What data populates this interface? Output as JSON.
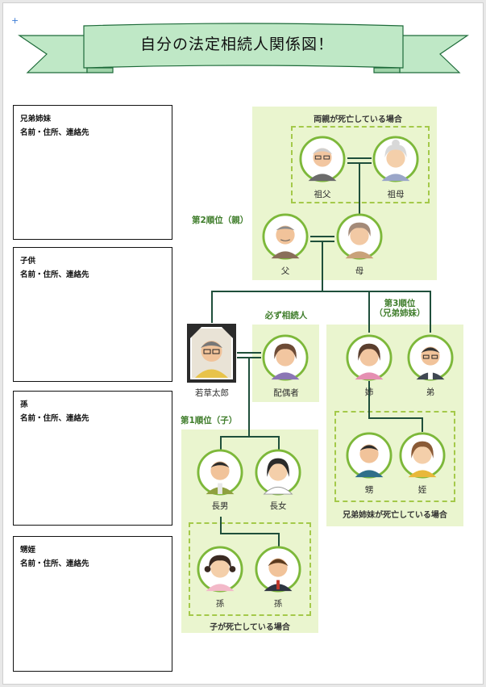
{
  "page": {
    "plus_marker": "+",
    "title": "自分の法定相続人関係図！"
  },
  "left_boxes": [
    {
      "title": "兄弟姉妹",
      "sub": "名前・住所、連絡先"
    },
    {
      "title": "子供",
      "sub": "名前・住所、連絡先"
    },
    {
      "title": "孫",
      "sub": "名前・住所、連絡先"
    },
    {
      "title": "甥姪",
      "sub": "名前・住所、連絡先"
    }
  ],
  "diagram": {
    "top_panel_caption": "両親が死亡している場合",
    "grandfather": "祖父",
    "grandmother": "祖母",
    "rank2_label": "第2順位（親）",
    "father": "父",
    "mother": "母",
    "always_heir": "必ず相続人",
    "self": "若草太郎",
    "spouse": "配偶者",
    "rank3_label_line1": "第3順位",
    "rank3_label_line2": "（兄弟姉妹）",
    "older_sister": "姉",
    "younger_brother": "弟",
    "nephew": "甥",
    "niece": "姪",
    "siblings_deceased": "兄弟姉妹が死亡している場合",
    "rank1_label": "第1順位（子）",
    "eldest_son": "長男",
    "eldest_daughter": "長女",
    "grandchild_1": "孫",
    "grandchild_2": "孫",
    "children_deceased": "子が死亡している場合"
  },
  "colors": {
    "panel": "#eaf5cf",
    "dashed": "#a4c94a",
    "line": "#1f4f3b",
    "banner_fill": "#bfe8c6",
    "banner_stroke": "#1e6b3a",
    "avatar_ring": "#7db83a"
  }
}
